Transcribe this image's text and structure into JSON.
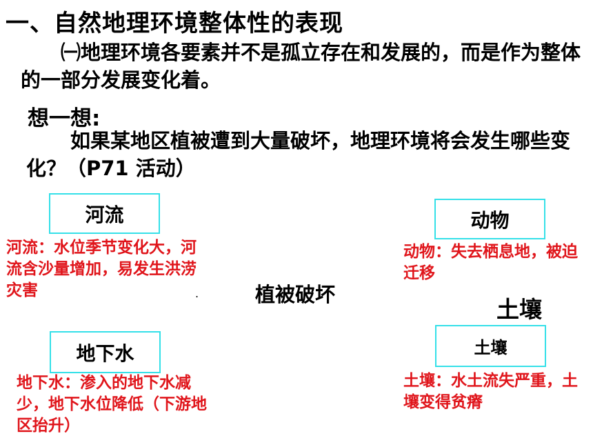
{
  "slide": {
    "title": "一、自然地理环境整体性的表现",
    "paragraph1": "㈠地理环境各要素并不是孤立存在和发展的，而是作为整体的一部分发展变化着。",
    "think_heading": "想一想:",
    "paragraph2": "如果某地区植被遭到大量破坏，地理环境将会发生哪些变化？（P71 活动）",
    "center_label": "植被破坏",
    "soil_heading": "土壤",
    "stray_mark": ".",
    "boxes": {
      "river": "河流",
      "animal": "动物",
      "groundwater": "地下水",
      "soil": "土壤"
    },
    "effects": {
      "river": "河流：水位季节变化大，河流含沙量增加，易发生洪涝灾害",
      "animal": "动物：失去栖息地，被迫迁移",
      "groundwater": "地下水：渗入的地下水减少，地下水位降低（下游地区抬升）",
      "soil": "土壤：水土流失严重，土壤变得贫瘠"
    },
    "colors": {
      "box_border": "#33e0e8",
      "effect_text": "#e0151b",
      "main_text": "#000000"
    }
  }
}
